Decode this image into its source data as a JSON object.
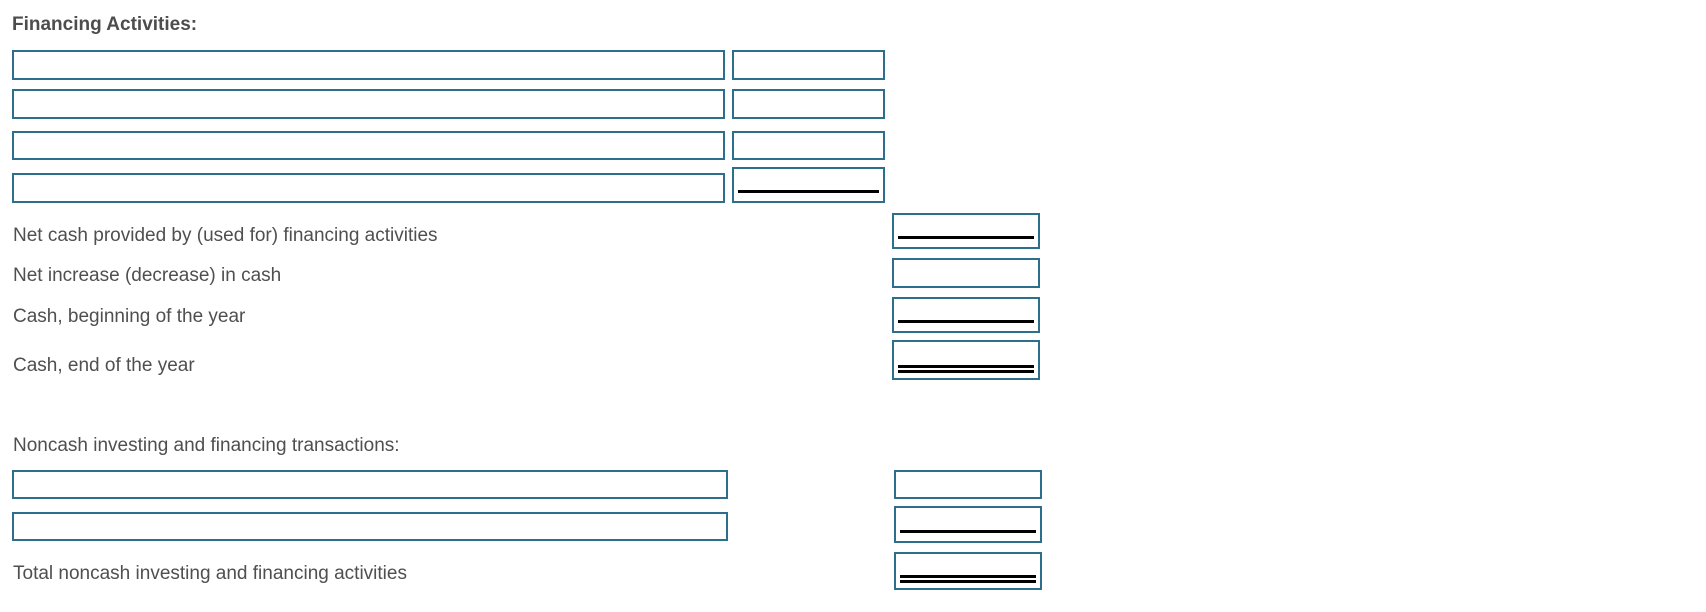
{
  "colors": {
    "box_border": "#2d6e8c",
    "label_text": "#4f4f4f",
    "rule": "#000000",
    "background": "#ffffff"
  },
  "financing": {
    "heading": "Financing Activities:",
    "detail_rows": [
      {
        "description": "",
        "amount": ""
      },
      {
        "description": "",
        "amount": ""
      },
      {
        "description": "",
        "amount": ""
      },
      {
        "description": "",
        "amount": ""
      }
    ],
    "summary_rows": [
      {
        "label": "Net cash provided by (used for) financing activities",
        "amount": ""
      },
      {
        "label": "Net increase (decrease) in cash",
        "amount": ""
      },
      {
        "label": "Cash, beginning of the year",
        "amount": ""
      },
      {
        "label": "Cash, end of the year",
        "amount": ""
      }
    ]
  },
  "noncash": {
    "heading": "Noncash investing and financing transactions:",
    "detail_rows": [
      {
        "description": "",
        "amount": ""
      },
      {
        "description": "",
        "amount": ""
      }
    ],
    "total_row": {
      "label": "Total noncash investing and financing activities",
      "amount": ""
    }
  }
}
